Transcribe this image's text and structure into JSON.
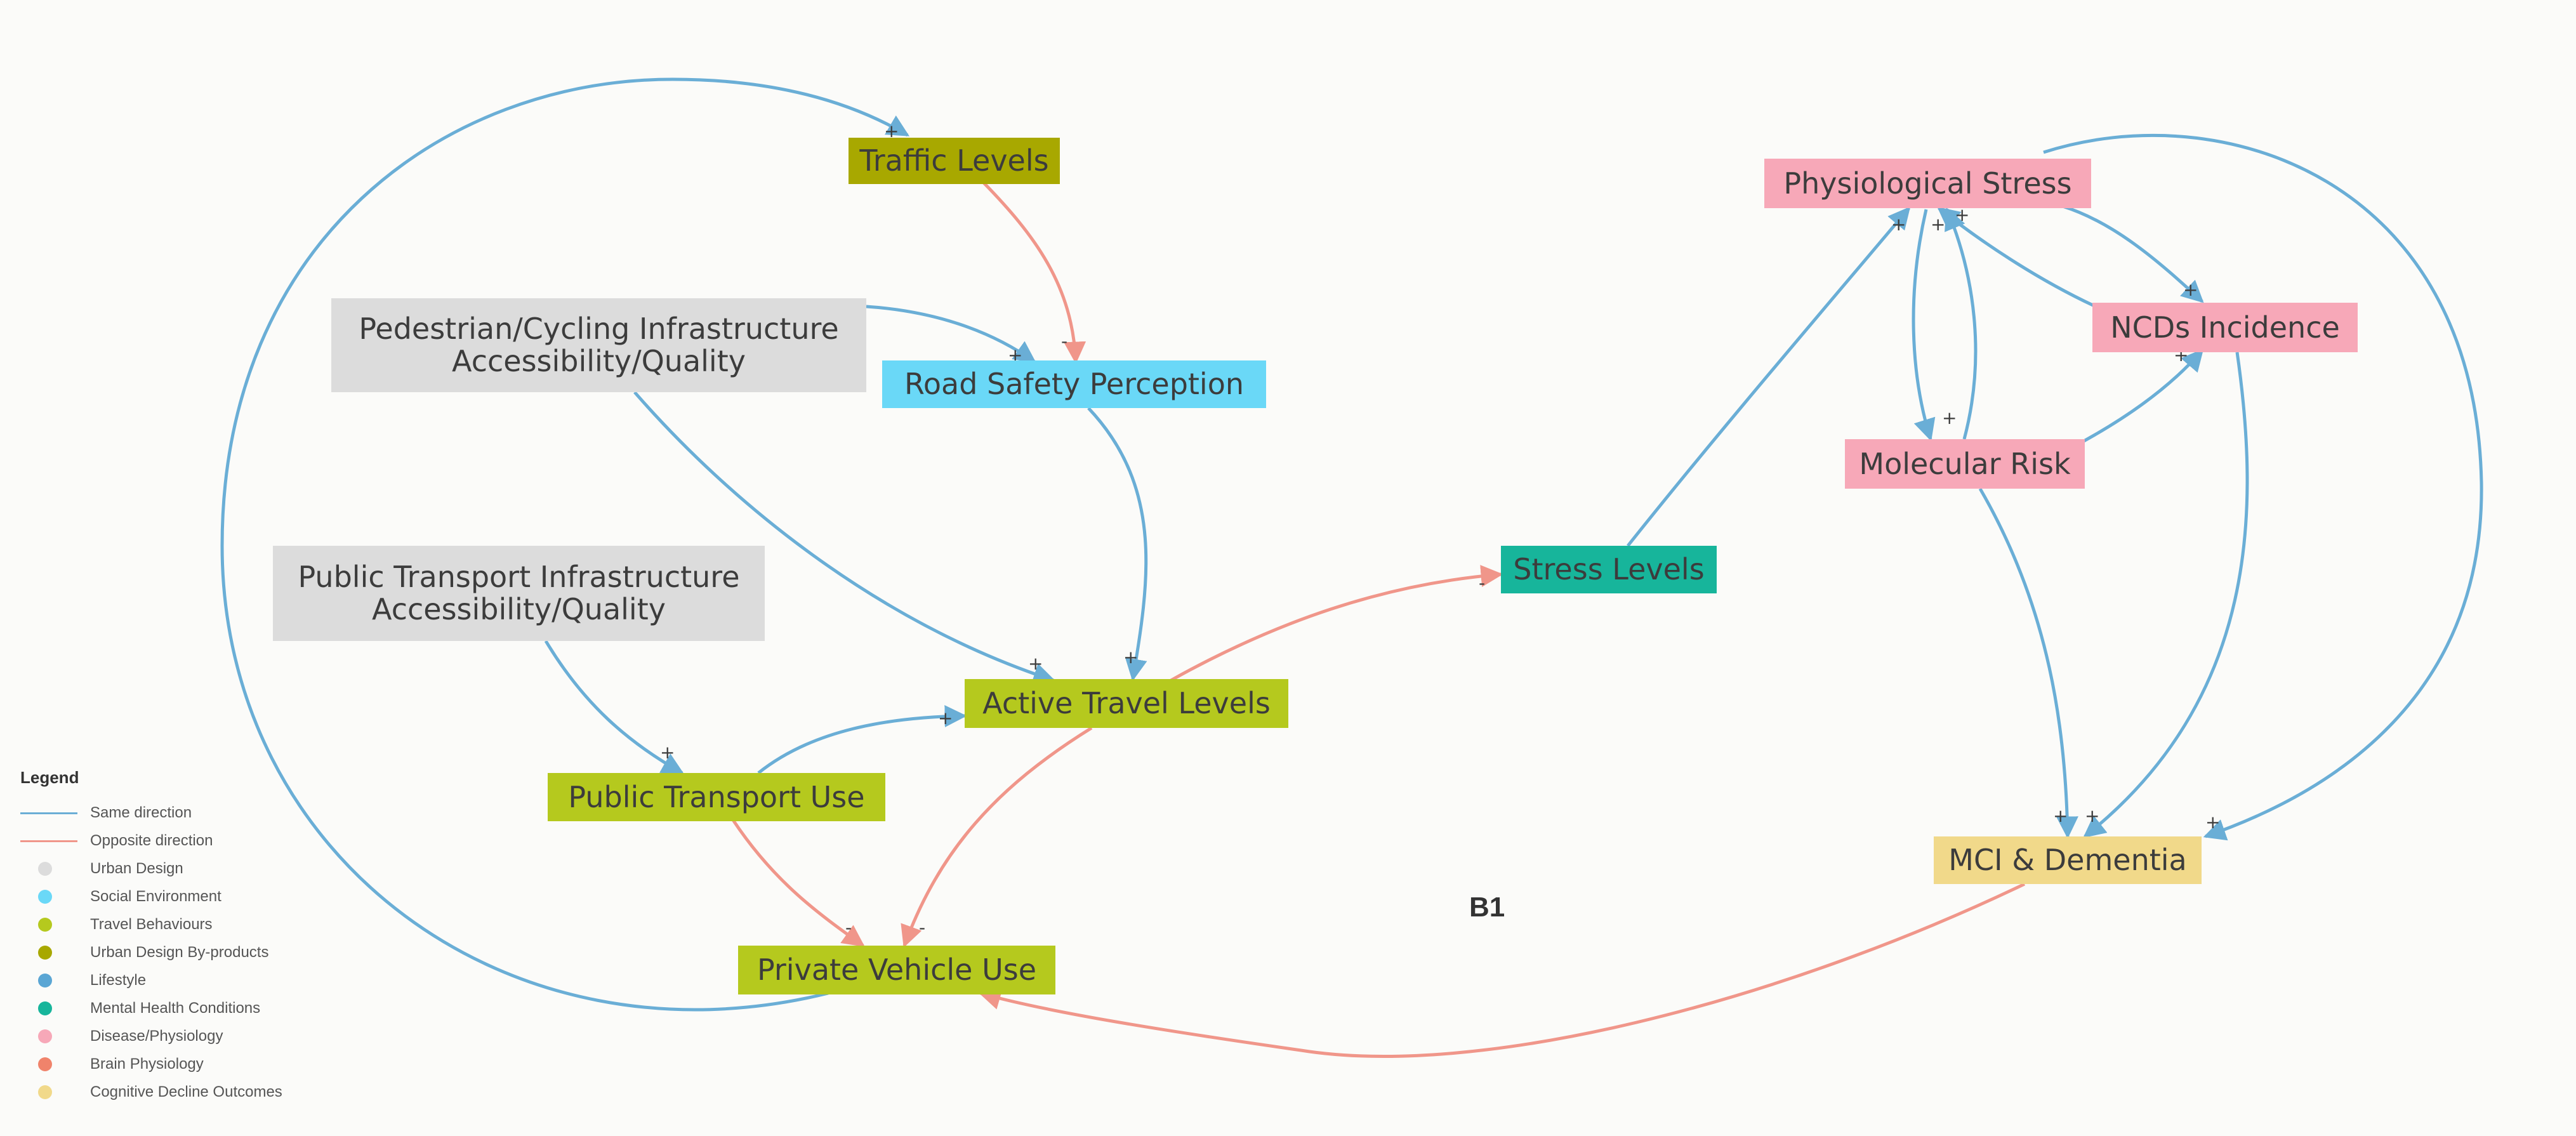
{
  "colors": {
    "same_direction": "#6aaed6",
    "opposite_direction": "#f0968a",
    "urban_design": "#dcdcdc",
    "social_environment": "#6ad8f7",
    "travel_behaviours": "#b5c91e",
    "urban_design_byproducts": "#a8a800",
    "lifestyle": "#5aa6d4",
    "mental_health": "#17b59b",
    "disease_physiology": "#f7a8b8",
    "brain_physiology": "#f0836b",
    "cognitive_decline": "#f1d98a"
  },
  "nodes": {
    "traffic_levels": "Traffic Levels",
    "ped_cycling_infra": "Pedestrian/Cycling Infrastructure\nAccessibility/Quality",
    "road_safety": "Road Safety Perception",
    "public_transport_infra": "Public Transport Infrastructure\nAccessibility/Quality",
    "active_travel": "Active Travel Levels",
    "public_transport_use": "Public Transport Use",
    "private_vehicle": "Private Vehicle Use",
    "stress_levels": "Stress Levels",
    "physiological_stress": "Physiological Stress",
    "ncds": "NCDs Incidence",
    "molecular_risk": "Molecular Risk",
    "mci_dementia": "MCI & Dementia"
  },
  "links": [
    {
      "from": "Private Vehicle Use",
      "to": "Traffic Levels",
      "polarity": "+",
      "type": "same"
    },
    {
      "from": "Traffic Levels",
      "to": "Road Safety Perception",
      "polarity": "-",
      "type": "opposite"
    },
    {
      "from": "Pedestrian/Cycling Infrastructure Accessibility/Quality",
      "to": "Road Safety Perception",
      "polarity": "+",
      "type": "same"
    },
    {
      "from": "Pedestrian/Cycling Infrastructure Accessibility/Quality",
      "to": "Active Travel Levels",
      "polarity": "+",
      "type": "same"
    },
    {
      "from": "Road Safety Perception",
      "to": "Active Travel Levels",
      "polarity": "+",
      "type": "same"
    },
    {
      "from": "Public Transport Infrastructure Accessibility/Quality",
      "to": "Public Transport Use",
      "polarity": "+",
      "type": "same"
    },
    {
      "from": "Public Transport Use",
      "to": "Active Travel Levels",
      "polarity": "+",
      "type": "same"
    },
    {
      "from": "Public Transport Use",
      "to": "Private Vehicle Use",
      "polarity": "-",
      "type": "opposite"
    },
    {
      "from": "Active Travel Levels",
      "to": "Private Vehicle Use",
      "polarity": "-",
      "type": "opposite"
    },
    {
      "from": "Active Travel Levels",
      "to": "Stress Levels",
      "polarity": "-",
      "type": "opposite"
    },
    {
      "from": "Stress Levels",
      "to": "Physiological Stress",
      "polarity": "+",
      "type": "same"
    },
    {
      "from": "Physiological Stress",
      "to": "NCDs Incidence",
      "polarity": "+",
      "type": "same"
    },
    {
      "from": "NCDs Incidence",
      "to": "Physiological Stress",
      "polarity": "+",
      "type": "same"
    },
    {
      "from": "Physiological Stress",
      "to": "Molecular Risk",
      "polarity": "+",
      "type": "same"
    },
    {
      "from": "Molecular Risk",
      "to": "Physiological Stress",
      "polarity": "+",
      "type": "same"
    },
    {
      "from": "Molecular Risk",
      "to": "NCDs Incidence",
      "polarity": "+",
      "type": "same"
    },
    {
      "from": "Physiological Stress",
      "to": "MCI & Dementia",
      "polarity": "+",
      "type": "same"
    },
    {
      "from": "NCDs Incidence",
      "to": "MCI & Dementia",
      "polarity": "+",
      "type": "same"
    },
    {
      "from": "Molecular Risk",
      "to": "MCI & Dementia",
      "polarity": "+",
      "type": "same"
    },
    {
      "from": "MCI & Dementia",
      "to": "Private Vehicle Use",
      "polarity": "",
      "type": "opposite"
    }
  ],
  "loop_label": "B1",
  "legend": {
    "title": "Legend",
    "same_direction": "Same direction",
    "opposite_direction": "Opposite direction",
    "categories": [
      {
        "label": "Urban Design",
        "color": "#dcdcdc"
      },
      {
        "label": "Social Environment",
        "color": "#6ad8f7"
      },
      {
        "label": "Travel Behaviours",
        "color": "#b5c91e"
      },
      {
        "label": "Urban Design By-products",
        "color": "#a8a800"
      },
      {
        "label": "Lifestyle",
        "color": "#5aa6d4"
      },
      {
        "label": "Mental Health Conditions",
        "color": "#17b59b"
      },
      {
        "label": "Disease/Physiology",
        "color": "#f7a8b8"
      },
      {
        "label": "Brain Physiology",
        "color": "#f0836b"
      },
      {
        "label": "Cognitive Decline Outcomes",
        "color": "#f1d98a"
      }
    ]
  }
}
